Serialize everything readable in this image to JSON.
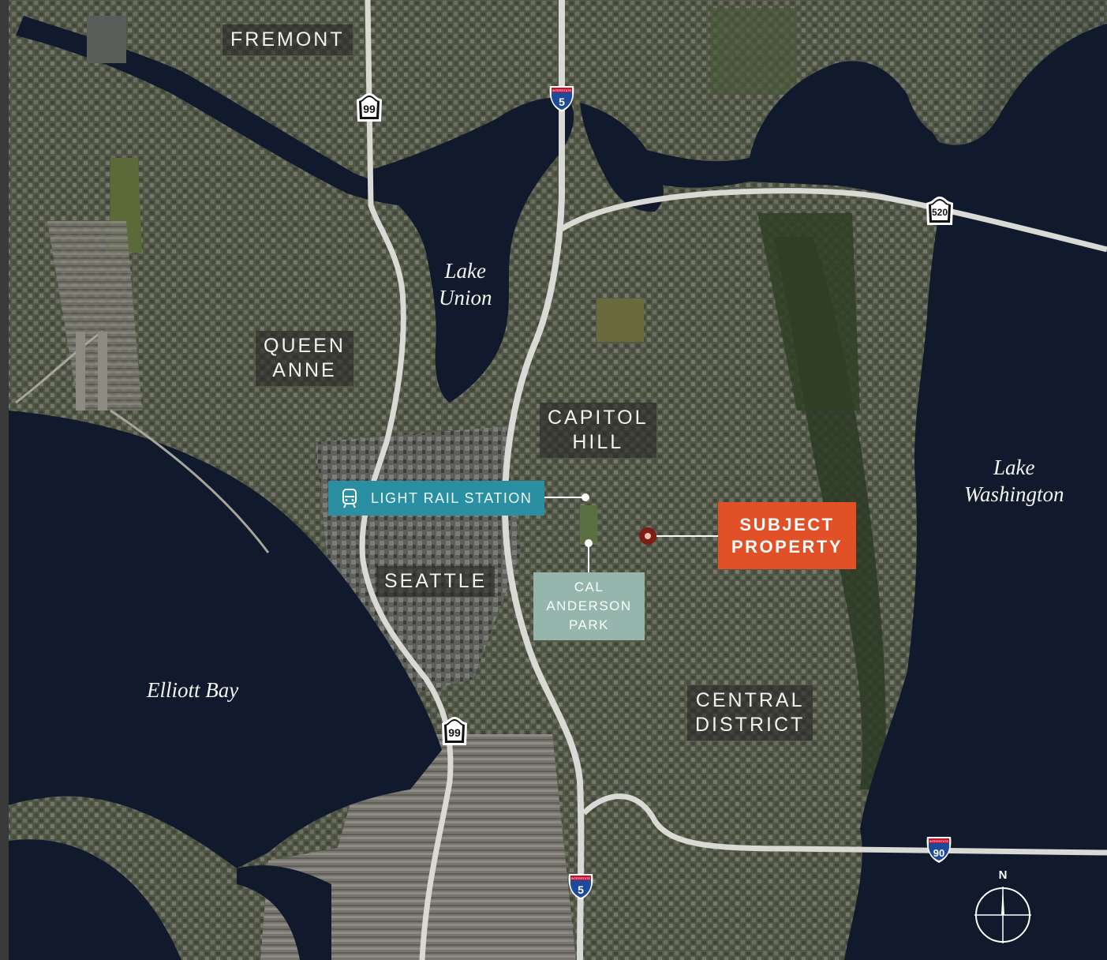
{
  "neighborhoods": {
    "fremont": "FREMONT",
    "queen_anne": [
      "QUEEN",
      "ANNE"
    ],
    "capitol_hill": [
      "CAPITOL",
      "HILL"
    ],
    "seattle": "SEATTLE",
    "central_district": [
      "CENTRAL",
      "DISTRICT"
    ]
  },
  "water_bodies": {
    "lake_union": [
      "Lake",
      "Union"
    ],
    "lake_washington": [
      "Lake",
      "Washington"
    ],
    "elliott_bay": "Elliott Bay"
  },
  "callouts": {
    "light_rail": "LIGHT RAIL STATION",
    "park": [
      "CAL",
      "ANDERSON",
      "PARK"
    ],
    "subject": [
      "SUBJECT",
      "PROPERTY"
    ]
  },
  "highways": {
    "sr99_north": "99",
    "sr99_south": "99",
    "sr520": "520",
    "i5_north": "5",
    "i5_south": "5",
    "i90": "90",
    "interstate_banner": "INTERSTATE"
  },
  "compass": {
    "north": "N"
  },
  "colors": {
    "subject": "#e25027",
    "light_rail": "#2a8fa3",
    "park": "#96b6ad",
    "water": "#101a2c",
    "land": "#4a5238"
  },
  "icons": {
    "light_rail": "tram-icon",
    "subject_marker": "location-dot-icon",
    "compass": "compass-icon"
  }
}
